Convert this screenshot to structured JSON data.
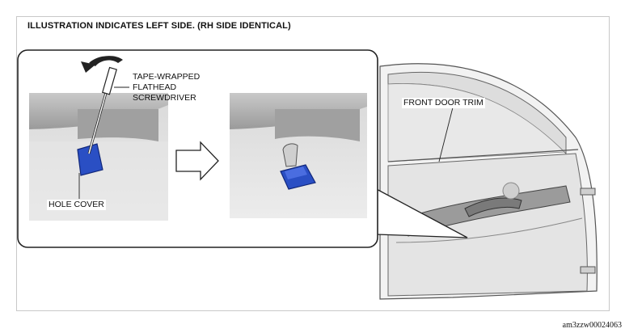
{
  "header": {
    "title": "ILLUSTRATION INDICATES LEFT SIDE. (RH SIDE IDENTICAL)"
  },
  "callouts": {
    "tool": [
      "TAPE-WRAPPED",
      "FLATHEAD",
      "SCREWDRIVER"
    ],
    "hole_cover": "HOLE COVER",
    "door_trim": "FRONT DOOR TRIM"
  },
  "figure_code": "am3zzw00024063",
  "colors": {
    "cover_blue": "#2a4fc4",
    "panel_gray": "#d2d2d2",
    "outline": "#222222"
  }
}
